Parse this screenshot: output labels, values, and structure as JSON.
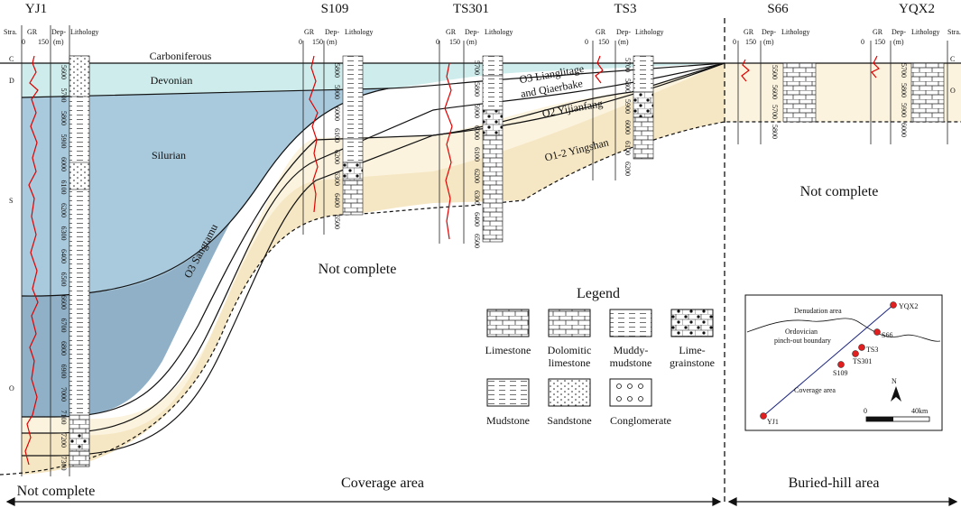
{
  "wells": {
    "yj1": {
      "name": "YJ1",
      "stra": "Stra.",
      "gr": "GR",
      "dep": "Dep-",
      "dep_unit": "(m)",
      "lith": "Lithology",
      "scale_min": "0",
      "scale_max": "150",
      "depths": [
        "5600",
        "5700",
        "5800",
        "5900",
        "6000",
        "6100",
        "6200",
        "6300",
        "6400",
        "6500",
        "6600",
        "6700",
        "6800",
        "6900",
        "7000",
        "7100",
        "7200",
        "7300"
      ]
    },
    "s109": {
      "name": "S109",
      "gr": "GR",
      "dep": "Dep-",
      "dep_unit": "(m)",
      "lith": "Lithology",
      "scale_min": "0",
      "scale_max": "150",
      "depths": [
        "5800",
        "5900",
        "6000",
        "6100",
        "6200",
        "6300",
        "6400",
        "6500"
      ]
    },
    "ts301": {
      "name": "TS301",
      "gr": "GR",
      "dep": "Dep-",
      "dep_unit": "(m)",
      "lith": "Lithology",
      "scale_min": "0",
      "scale_max": "150",
      "depths": [
        "5700",
        "5800",
        "5900",
        "6000",
        "6100",
        "6200",
        "6300",
        "6400",
        "6500"
      ]
    },
    "ts3": {
      "name": "TS3",
      "gr": "GR",
      "dep": "Dep-",
      "dep_unit": "(m)",
      "lith": "Lithology",
      "scale_min": "0",
      "scale_max": "150",
      "depths": [
        "5700",
        "5800",
        "5900",
        "6000",
        "6100",
        "6200"
      ]
    },
    "s66": {
      "name": "S66",
      "gr": "GR",
      "dep": "Dep-",
      "dep_unit": "(m)",
      "lith": "Lithology",
      "scale_min": "0",
      "scale_max": "150",
      "depths": [
        "5500",
        "5600",
        "5700",
        "5800"
      ]
    },
    "yqx2": {
      "name": "YQX2",
      "stra": "Stra.",
      "gr": "GR",
      "dep": "Dep-",
      "dep_unit": "(m)",
      "lith": "Lithology",
      "scale_min": "0",
      "scale_max": "150",
      "depths": [
        "5700",
        "5800",
        "5900",
        "6000"
      ]
    }
  },
  "strata": {
    "carboniferous": "Carboniferous",
    "devonian": "Devonian",
    "silurian": "Silurian",
    "sangtamu": "O3 Sangtamu",
    "lianglitage": "O3 Lianglitage",
    "qiaerbake": "and Qiaerbake",
    "yijianfang": "O2 Yijianfang",
    "yingshan": "O1-2 Yingshan"
  },
  "stra_codes": {
    "c": "C",
    "d": "D",
    "s": "S",
    "o": "O",
    "c_right": "C",
    "o_right": "O"
  },
  "labels": {
    "not_complete_left": "Not complete",
    "not_complete_mid": "Not complete",
    "not_complete_right": "Not complete",
    "coverage_area": "Coverage area",
    "buried_hill_area": "Buried-hill area"
  },
  "legend": {
    "title": "Legend",
    "items": [
      {
        "l1": "Limestone",
        "l2": ""
      },
      {
        "l1": "Dolomitic",
        "l2": "limestone"
      },
      {
        "l1": "Muddy-",
        "l2": "mudstone"
      },
      {
        "l1": "Lime-",
        "l2": "grainstone"
      },
      {
        "l1": "Mudstone",
        "l2": ""
      },
      {
        "l1": "Sandstone",
        "l2": ""
      },
      {
        "l1": "Conglomerate",
        "l2": ""
      }
    ]
  },
  "inset_map": {
    "denudation": "Denudation area",
    "pinchout_1": "Ordovician",
    "pinchout_2": "pinch-out boundary",
    "coverage": "Coverage area",
    "north": "N",
    "scale_0": "0",
    "scale_40": "40km",
    "wells": [
      "YQX2",
      "S66",
      "TS3",
      "TS301",
      "S109",
      "YJ1"
    ]
  },
  "colors": {
    "devonian": "#cdeceb",
    "silurian": "#a9c9dc",
    "sangtamu": "#8fb0c6",
    "ordovician_light": "#fbf3de",
    "ordovician_mid": "#f6e7c4",
    "gr_curve": "#e00000",
    "map_well": "#e02020",
    "map_line": "#1a237e"
  }
}
